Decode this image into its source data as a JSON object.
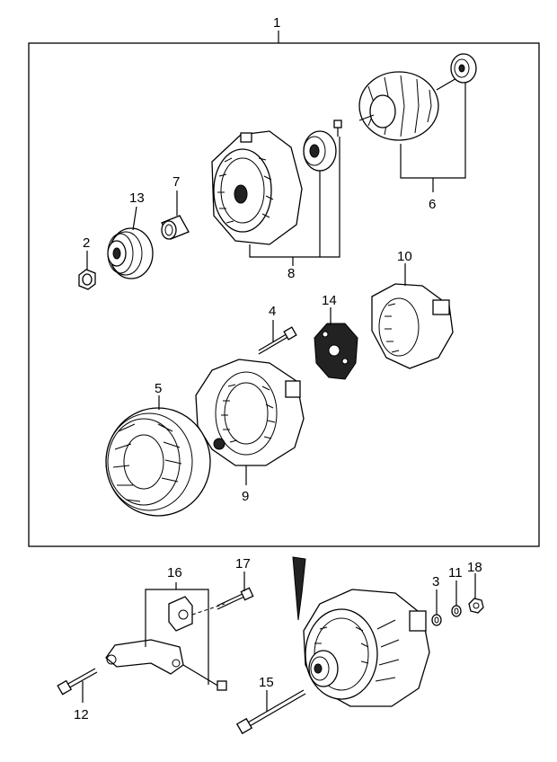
{
  "callouts": {
    "c1": "1",
    "c2": "2",
    "c3": "3",
    "c4": "4",
    "c5": "5",
    "c6": "6",
    "c7": "7",
    "c8": "8",
    "c9": "9",
    "c10": "10",
    "c11": "11",
    "c12": "12",
    "c13": "13",
    "c14": "14",
    "c15": "15",
    "c16": "16",
    "c17": "17",
    "c18": "18"
  },
  "icons": {
    "alternator_assembly": "alternator-assembly-icon",
    "rotor": "rotor-icon",
    "stator": "stator-icon",
    "pulley": "pulley-icon",
    "bracket": "bracket-icon"
  }
}
